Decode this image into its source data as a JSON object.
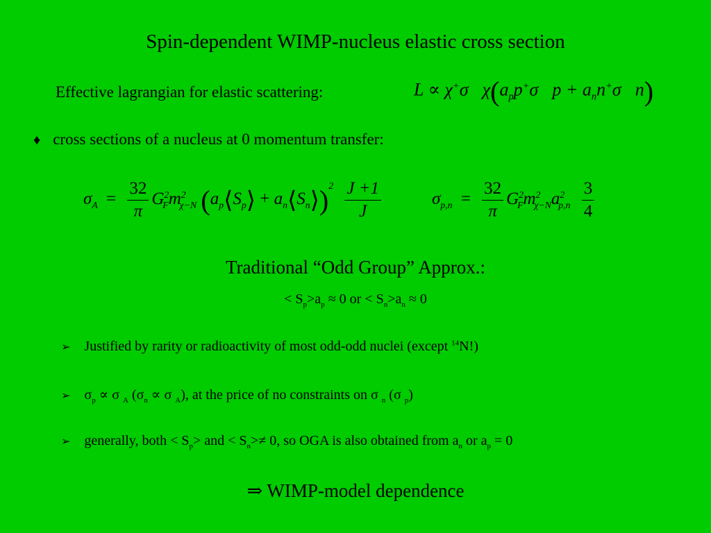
{
  "title": "Spin-dependent WIMP-nucleus elastic cross section",
  "lagrangian": {
    "label": "Effective lagrangian for  elastic scattering:",
    "formula": "L ∝ χ⁺σ⃗χ(a_p p⁺σ⃗p + a_n n⁺σ⃗n)"
  },
  "bullet": {
    "glyph": "♦",
    "text": "cross sections of a nucleus at 0 momentum transfer:"
  },
  "equations": {
    "sigma": "σ",
    "sub_A": "A",
    "sub_pn": "p,n",
    "eq": "=",
    "frac32_num": "32",
    "frac32_den": "π",
    "G": "G",
    "F": "F",
    "sq": "2",
    "m": "m",
    "chiN": "χ−N",
    "a": "a",
    "p": "p",
    "n": "n",
    "S": "S",
    "plus": "+",
    "J1_num": "J +1",
    "J_den": "J",
    "frac34_num": "3",
    "frac34_den": "4"
  },
  "oga": {
    "title": "Traditional “Odd Group” Approx.:",
    "condition": "< Sp>ap ≈ 0 or < Sn>an ≈ 0"
  },
  "items": [
    {
      "glyph": "➢",
      "text": "Justified by rarity or radioactivity of most odd-odd nuclei (except 14N!)"
    },
    {
      "glyph": "➢",
      "text": "σp ∝ σ A (σn ∝ σ A), at the price of no constraints on σ n (σ p)"
    },
    {
      "glyph": "➢",
      "text": "generally, both < Sp> and < Sn>≠ 0, so OGA is also obtained from an or ap = 0"
    }
  ],
  "conclusion": "⇒ WIMP-model dependence"
}
